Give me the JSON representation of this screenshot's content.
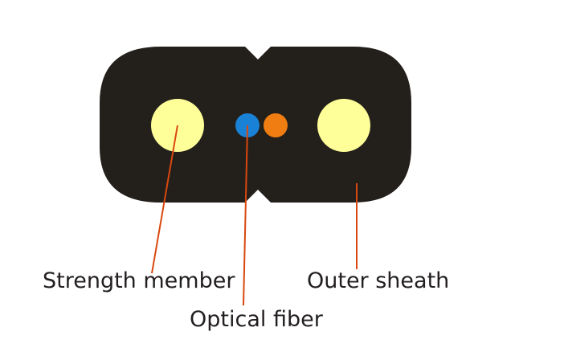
{
  "labels": {
    "strength_member": "Strength member",
    "outer_sheath": "Outer sheath",
    "optical_fiber": "Optical fiber"
  },
  "colors": {
    "sheath": "#231f1b",
    "strength_member": "#ffff99",
    "fiber_blue": "#1a82d6",
    "fiber_orange": "#f07d12",
    "leader_line": "#d9480f",
    "label_text": "#231f20"
  }
}
